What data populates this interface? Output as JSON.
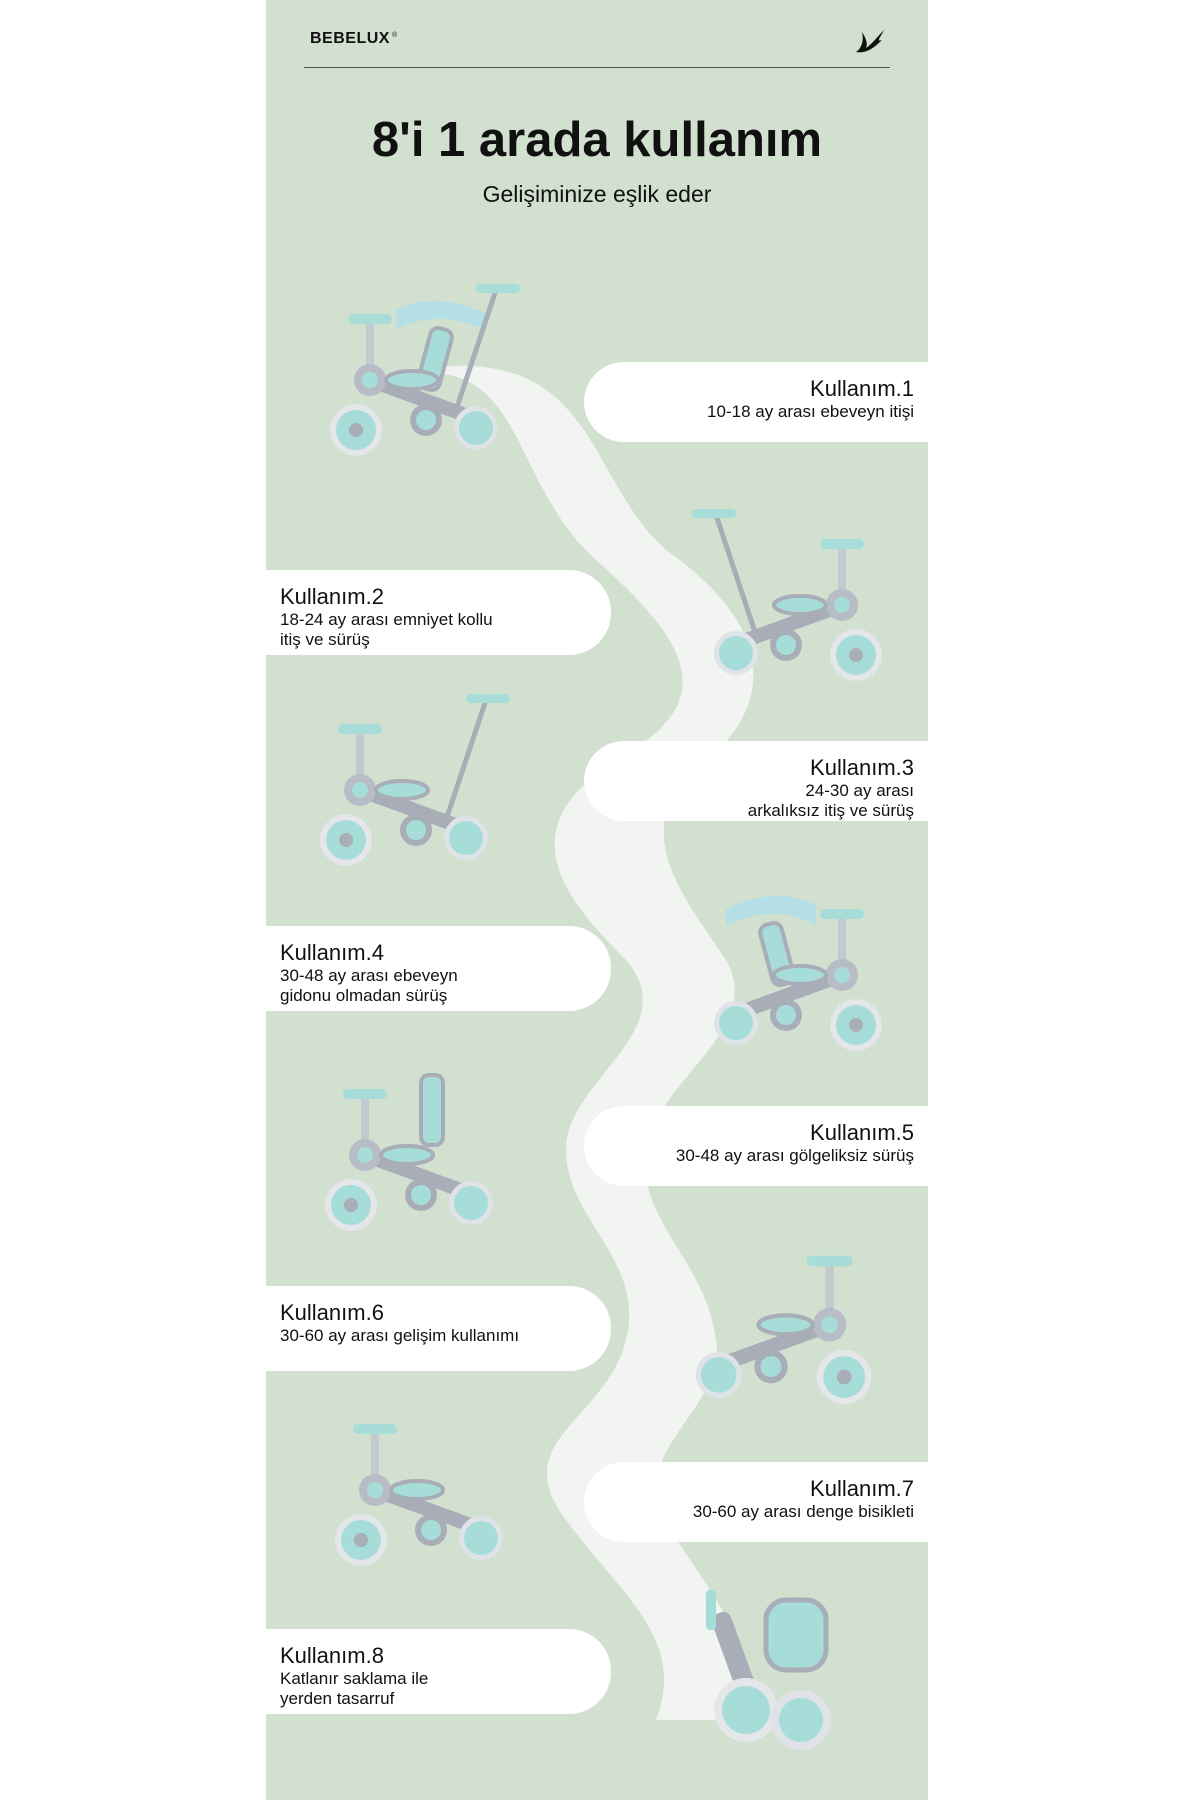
{
  "header": {
    "brand": "BEBELUX",
    "registered": "®",
    "logo_icon": "swallow-logo-icon"
  },
  "title": "8'i 1 arada kullanım",
  "subtitle": "Gelişiminize eşlik eder",
  "colors": {
    "panel": "#d2e0cf",
    "mint": "#a6ddd8",
    "gray": "#a9adb8",
    "path": "#f2f4f2"
  },
  "modes": [
    {
      "name": "Kullanım.1",
      "desc": [
        "10-18 ay arası ebeveyn itişi"
      ]
    },
    {
      "name": "Kullanım.2",
      "desc": [
        "18-24 ay arası emniyet kollu",
        "itiş ve sürüş"
      ]
    },
    {
      "name": "Kullanım.3",
      "desc": [
        "24-30 ay arası",
        "arkalıksız itiş ve sürüş"
      ]
    },
    {
      "name": "Kullanım.4",
      "desc": [
        "30-48 ay arası ebeveyn",
        "gidonu olmadan sürüş"
      ]
    },
    {
      "name": "Kullanım.5",
      "desc": [
        "30-48 ay arası gölgeliksiz sürüş"
      ]
    },
    {
      "name": "Kullanım.6",
      "desc": [
        "30-60 ay arası gelişim kullanımı"
      ]
    },
    {
      "name": "Kullanım.7",
      "desc": [
        "30-60 ay arası denge bisikleti"
      ]
    },
    {
      "name": "Kullanım.8",
      "desc": [
        "Katlanır saklama ile",
        "yerden tasarruf"
      ]
    }
  ]
}
